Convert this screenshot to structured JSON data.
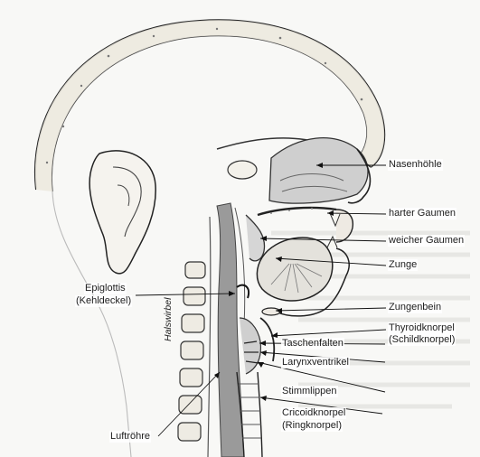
{
  "labels": {
    "nasenhoehle": "Nasenhöhle",
    "harter_gaumen": "harter Gaumen",
    "weicher_gaumen": "weicher Gaumen",
    "zunge": "Zunge",
    "zungenbein": "Zungenbein",
    "thyroidknorpel": "Thyroidknorpel",
    "schildknorpel": "(Schildknorpel)",
    "taschenfalten": "Taschenfalten",
    "larynxventrikel": "Larynxventrikel",
    "stimmlippen": "Stimmlippen",
    "cricoidknorpel": "Cricoidknorpel",
    "ringknorpel": "(Ringknorpel)",
    "epiglottis": "Epiglottis",
    "kehldeckel": "(Kehldeckel)",
    "luftroehre": "Luftröhre",
    "halswirbel": "Halswirbel"
  },
  "colors": {
    "ink": "#111111",
    "bone": "#e9e6dc",
    "tissue": "#c8c8c8",
    "airway": "#8a8a8a"
  }
}
